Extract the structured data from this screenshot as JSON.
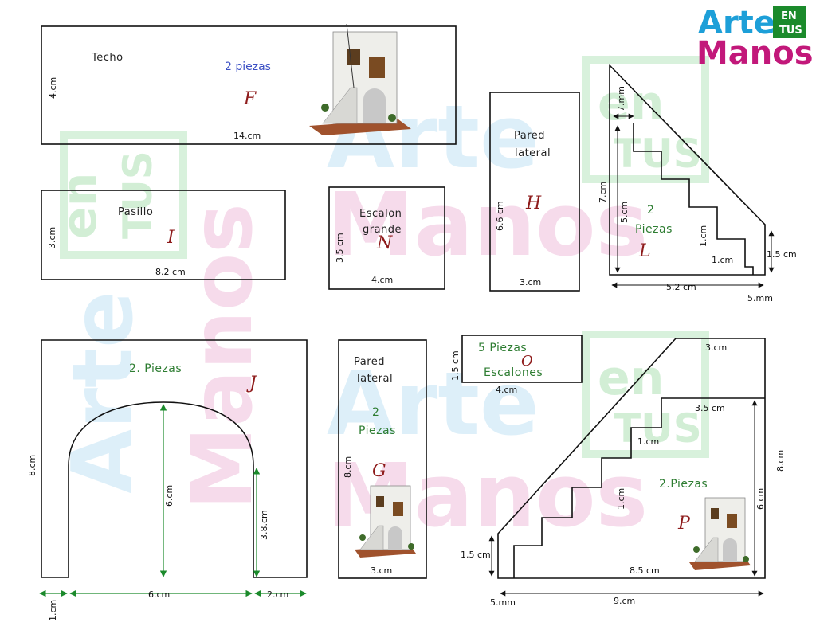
{
  "logo": {
    "arte": "Arte",
    "en": "EN",
    "tus": "TUS",
    "manos": "Manos"
  },
  "watermark": {
    "arte": "Arte",
    "en": "en",
    "tus": "TUS",
    "manos": "Manos"
  },
  "pieces": {
    "F": {
      "letter": "F",
      "name": "Techo",
      "count": "2 piezas",
      "width": "14.cm",
      "height": "4.cm"
    },
    "I": {
      "letter": "I",
      "name": "Pasillo",
      "width": "8.2 cm",
      "height": "3.cm"
    },
    "N": {
      "letter": "N",
      "name_1": "Escalon",
      "name_2": "grande",
      "width": "4.cm",
      "height": "3.5 cm"
    },
    "H": {
      "letter": "H",
      "name_1": "Pared",
      "name_2": "lateral",
      "width": "3.cm",
      "height": "6.6 cm"
    },
    "L": {
      "letter": "L",
      "count_1": "2",
      "count_2": "Piezas",
      "top": "7.mm",
      "total_height": "7.cm",
      "inner_height": "5.cm",
      "step_height": "1.cm",
      "step_width": "1.cm",
      "right_height": "1.5 cm",
      "width": "5.2 cm",
      "notch": "5.mm"
    },
    "J": {
      "letter": "J",
      "count": "2. Piezas",
      "height": "8.cm",
      "arch_height": "6.cm",
      "side_height": "3.8.cm",
      "arch_width": "6.cm",
      "leg_width": "2.cm",
      "leg_width_left": "1.cm"
    },
    "G": {
      "letter": "G",
      "name_1": "Pared",
      "name_2": "lateral",
      "count_1": "2",
      "count_2": "Piezas",
      "height": "8.cm",
      "width": "3.cm"
    },
    "O": {
      "letter": "O",
      "count": "5 Piezas",
      "name": "Escalones",
      "height": "1.5 cm",
      "width": "4.cm"
    },
    "P": {
      "letter": "P",
      "count": "2.Piezas",
      "top": "3.cm",
      "step_top": "3.5 cm",
      "step": "1.cm",
      "step_height": "1.cm",
      "height": "8.cm",
      "inner_height": "6.cm",
      "inner_width": "8.5 cm",
      "width": "9.cm",
      "left_height": "1.5 cm",
      "notch": "5.mm"
    }
  }
}
